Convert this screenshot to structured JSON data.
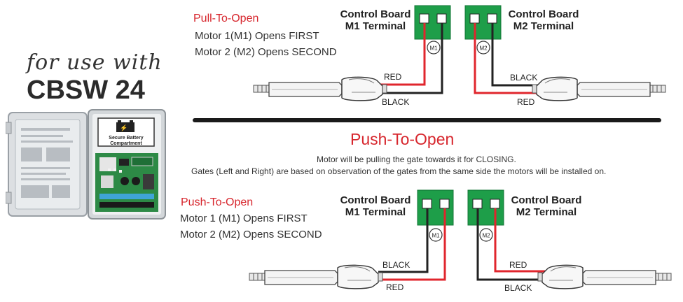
{
  "left_panel": {
    "tagline": "for use with",
    "model": "CBSW 24",
    "box_label_line1": "Secure Battery",
    "box_label_line2": "Compartment"
  },
  "top_section": {
    "title": "Pull-To-Open",
    "line1": "Motor 1(M1) Opens FIRST",
    "line2": "Motor 2 (M2) Opens SECOND",
    "board1": {
      "line1": "Control Board",
      "line2": "M1 Terminal",
      "motor": "M1"
    },
    "board2": {
      "line1": "Control Board",
      "line2": "M2 Terminal",
      "motor": "M2"
    },
    "wires": {
      "left_upper": "RED",
      "left_lower": "BLACK",
      "right_upper": "BLACK",
      "right_lower": "RED"
    }
  },
  "divider": {
    "title": "Push-To-Open",
    "note1": "Motor will be pulling the gate towards it for CLOSING.",
    "note2": "Gates (Left and Right) are based on observation of the gates from the same side the motors will be installed on."
  },
  "bottom_section": {
    "title": "Push-To-Open",
    "line1": "Motor 1 (M1) Opens FIRST",
    "line2": "Motor 2 (M2) Opens SECOND",
    "board1": {
      "line1": "Control Board",
      "line2": "M1 Terminal",
      "motor": "M1"
    },
    "board2": {
      "line1": "Control Board",
      "line2": "M2 Terminal",
      "motor": "M2"
    },
    "wires": {
      "left_upper": "BLACK",
      "left_lower": "RED",
      "right_upper": "RED",
      "right_lower": "BLACK"
    }
  },
  "colors": {
    "accent_red": "#d7262d",
    "board_green": "#1e9e49",
    "wire_red": "#e0262d",
    "wire_black": "#222222"
  }
}
